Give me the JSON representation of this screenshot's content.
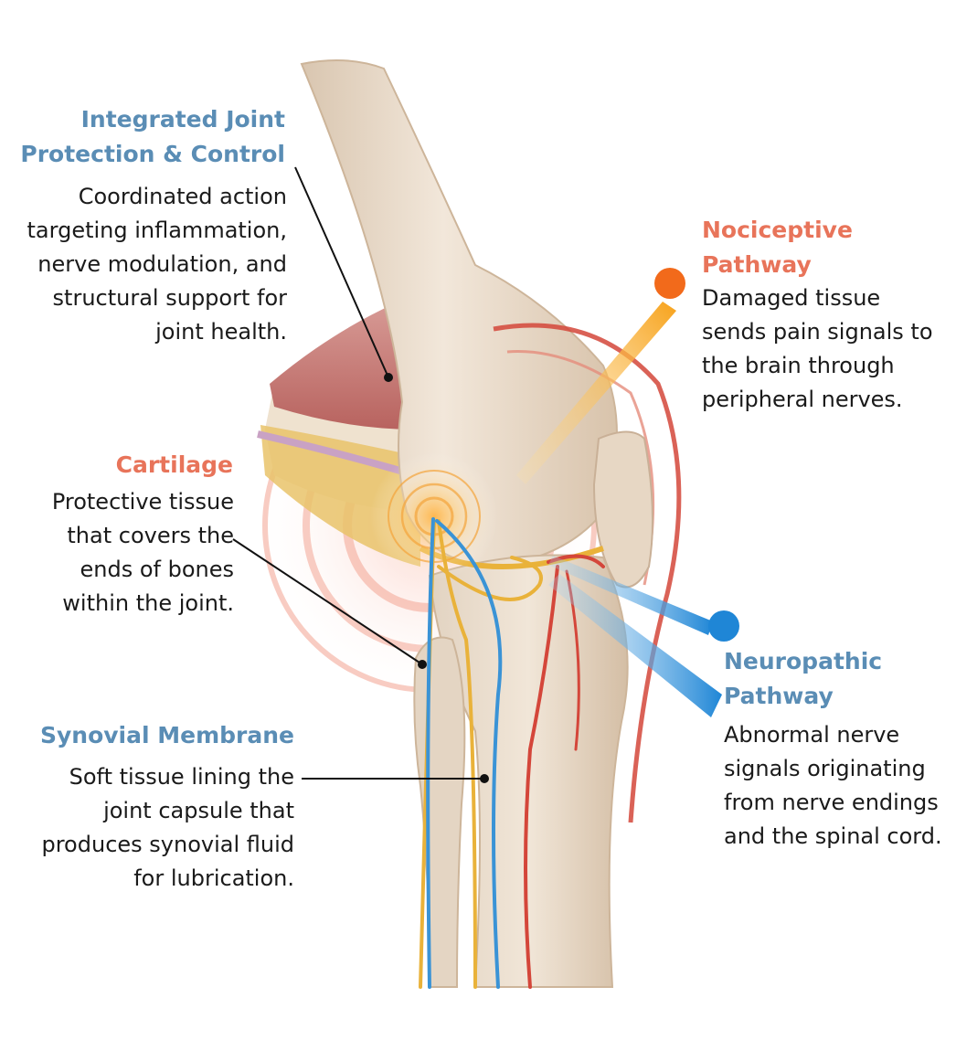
{
  "colors": {
    "title_blue": "#5a8db5",
    "title_orange": "#e8745a",
    "nociceptive_dot": "#f26a1b",
    "neuropathic_dot": "#1f86d6",
    "bone": "#eadccb",
    "muscle": "#c98480",
    "nerve_yellow": "#e9b23a",
    "nerve_blue": "#3a93d6",
    "artery_red": "#d4463a"
  },
  "labels": {
    "integrated": {
      "title": "Integrated Joint Protection & Control",
      "body": "Coordinated action targeting inflammation, nerve modulation, and structural support for joint health."
    },
    "cartilage": {
      "title": "Cartilage",
      "body": "Protective tissue that covers the ends of bones within the joint."
    },
    "synovial": {
      "title": "Synovial Membrane",
      "body": "Soft tissue lining the joint capsule that produces synovial fluid for lubrication."
    },
    "nociceptive": {
      "title": "Nociceptive Pathway",
      "body": "Damaged tissue sends pain signals to the brain through peripheral nerves."
    },
    "neuropathic": {
      "title": "Neuropathic Pathway",
      "body": "Abnormal nerve signals originating from nerve endings and the spinal cord."
    }
  }
}
